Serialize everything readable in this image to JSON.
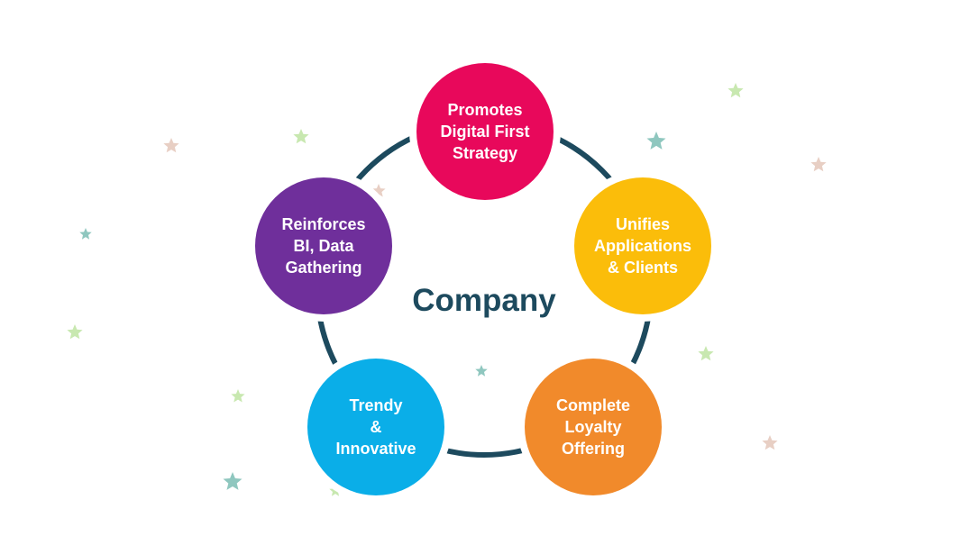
{
  "center_label": "Company",
  "nodes": [
    {
      "lines": [
        "Promotes",
        "Digital First",
        "Strategy"
      ],
      "color": "#e8085b"
    },
    {
      "lines": [
        "Unifies",
        "Applications",
        "& Clients"
      ],
      "color": "#fbbd0a"
    },
    {
      "lines": [
        "Complete",
        "Loyalty",
        "Offering"
      ],
      "color": "#f18a2b"
    },
    {
      "lines": [
        "Trendy",
        "&",
        "Innovative"
      ],
      "color": "#0aaee8"
    },
    {
      "lines": [
        "Reinforces",
        "BI, Data",
        "Gathering"
      ],
      "color": "#6f2f9b"
    }
  ],
  "colors": {
    "ring": "#1d4a5e",
    "star_beige": "#e8cfc4",
    "star_green": "#c8e8b0",
    "star_teal": "#8fc7bf"
  }
}
